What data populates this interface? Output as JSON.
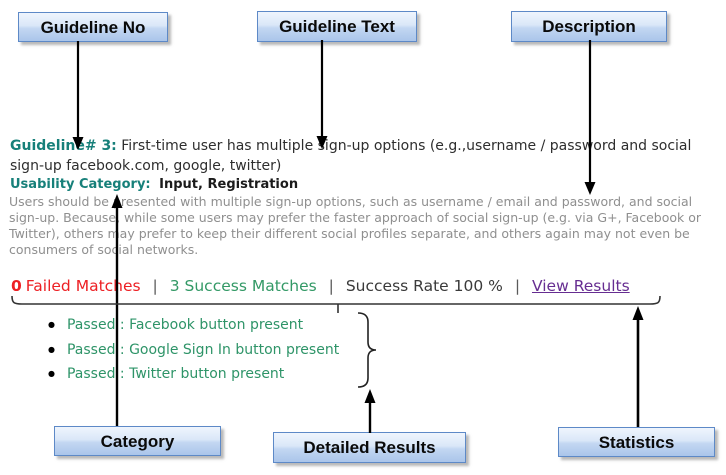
{
  "callouts": {
    "guideline_no": "Guideline No",
    "guideline_text": "Guideline Text",
    "description": "Description",
    "category": "Category",
    "detailed_results": "Detailed Results",
    "statistics": "Statistics"
  },
  "guideline": {
    "number_label": "Guideline# 3:",
    "text": "First-time user has multiple sign-up options (e.g.,username / password and social sign-up facebook.com, google, twitter)",
    "category_label": "Usability Category:",
    "category_value": "Input, Registration",
    "description": "Users should be presented with multiple sign-up options, such as username / email and password, and social sign-up. Because, while some users may prefer the faster approach of social sign-up (e.g. via G+, Facebook or Twitter), others may prefer to keep their different social profiles separate, and others again may not even be consumers of social networks."
  },
  "stats": {
    "failed_count": "0",
    "failed_label": "Failed Matches",
    "success_text": "3 Success Matches",
    "rate_text": "Success Rate 100 %",
    "view_results": "View Results",
    "separator": "|"
  },
  "results": {
    "items": [
      "Passed : Facebook button present",
      "Passed : Google Sign In button present",
      "Passed : Twitter button present"
    ]
  },
  "colors": {
    "teal_accent": "#17807A",
    "failed_red": "#ED2024",
    "success_green": "#339966",
    "link_purple": "#662D91",
    "description_gray": "#8F8F8F",
    "box_border_blue": "#5D89C7",
    "box_fill_top": "#EFF5FD",
    "box_fill_bottom": "#AAC5EA"
  }
}
